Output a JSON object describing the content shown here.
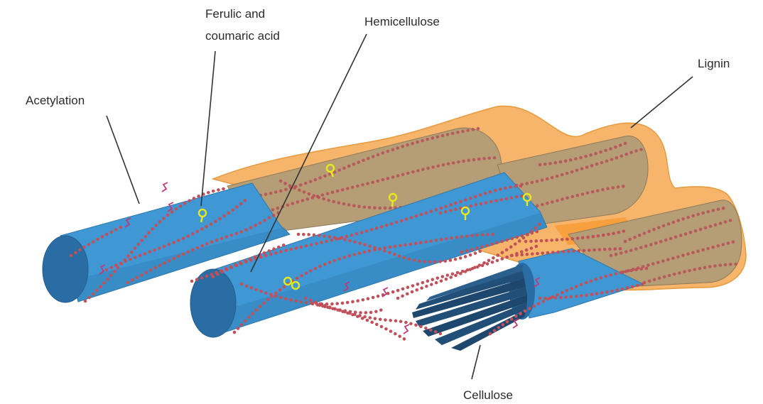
{
  "labels": {
    "ferulic_line1": "Ferulic and",
    "ferulic_line2": "coumaric acid",
    "hemicellulose": "Hemicellulose",
    "lignin": "Lignin",
    "acetylation": "Acetylation",
    "cellulose": "Cellulose"
  },
  "colors": {
    "lignin": "#f6b56a",
    "lignin_edge": "#e79a3e",
    "lignin_interior": "#b59d76",
    "cellulose_tube": "#3f98d4",
    "cellulose_tube_dark": "#2f78ad",
    "cellulose_end": "#2a6da4",
    "fibril": "#214f78",
    "hemicellulose_beads": "#c0505a",
    "acetyl_groups": "#c0387a",
    "phenolic_acids": "#e8e81a"
  }
}
